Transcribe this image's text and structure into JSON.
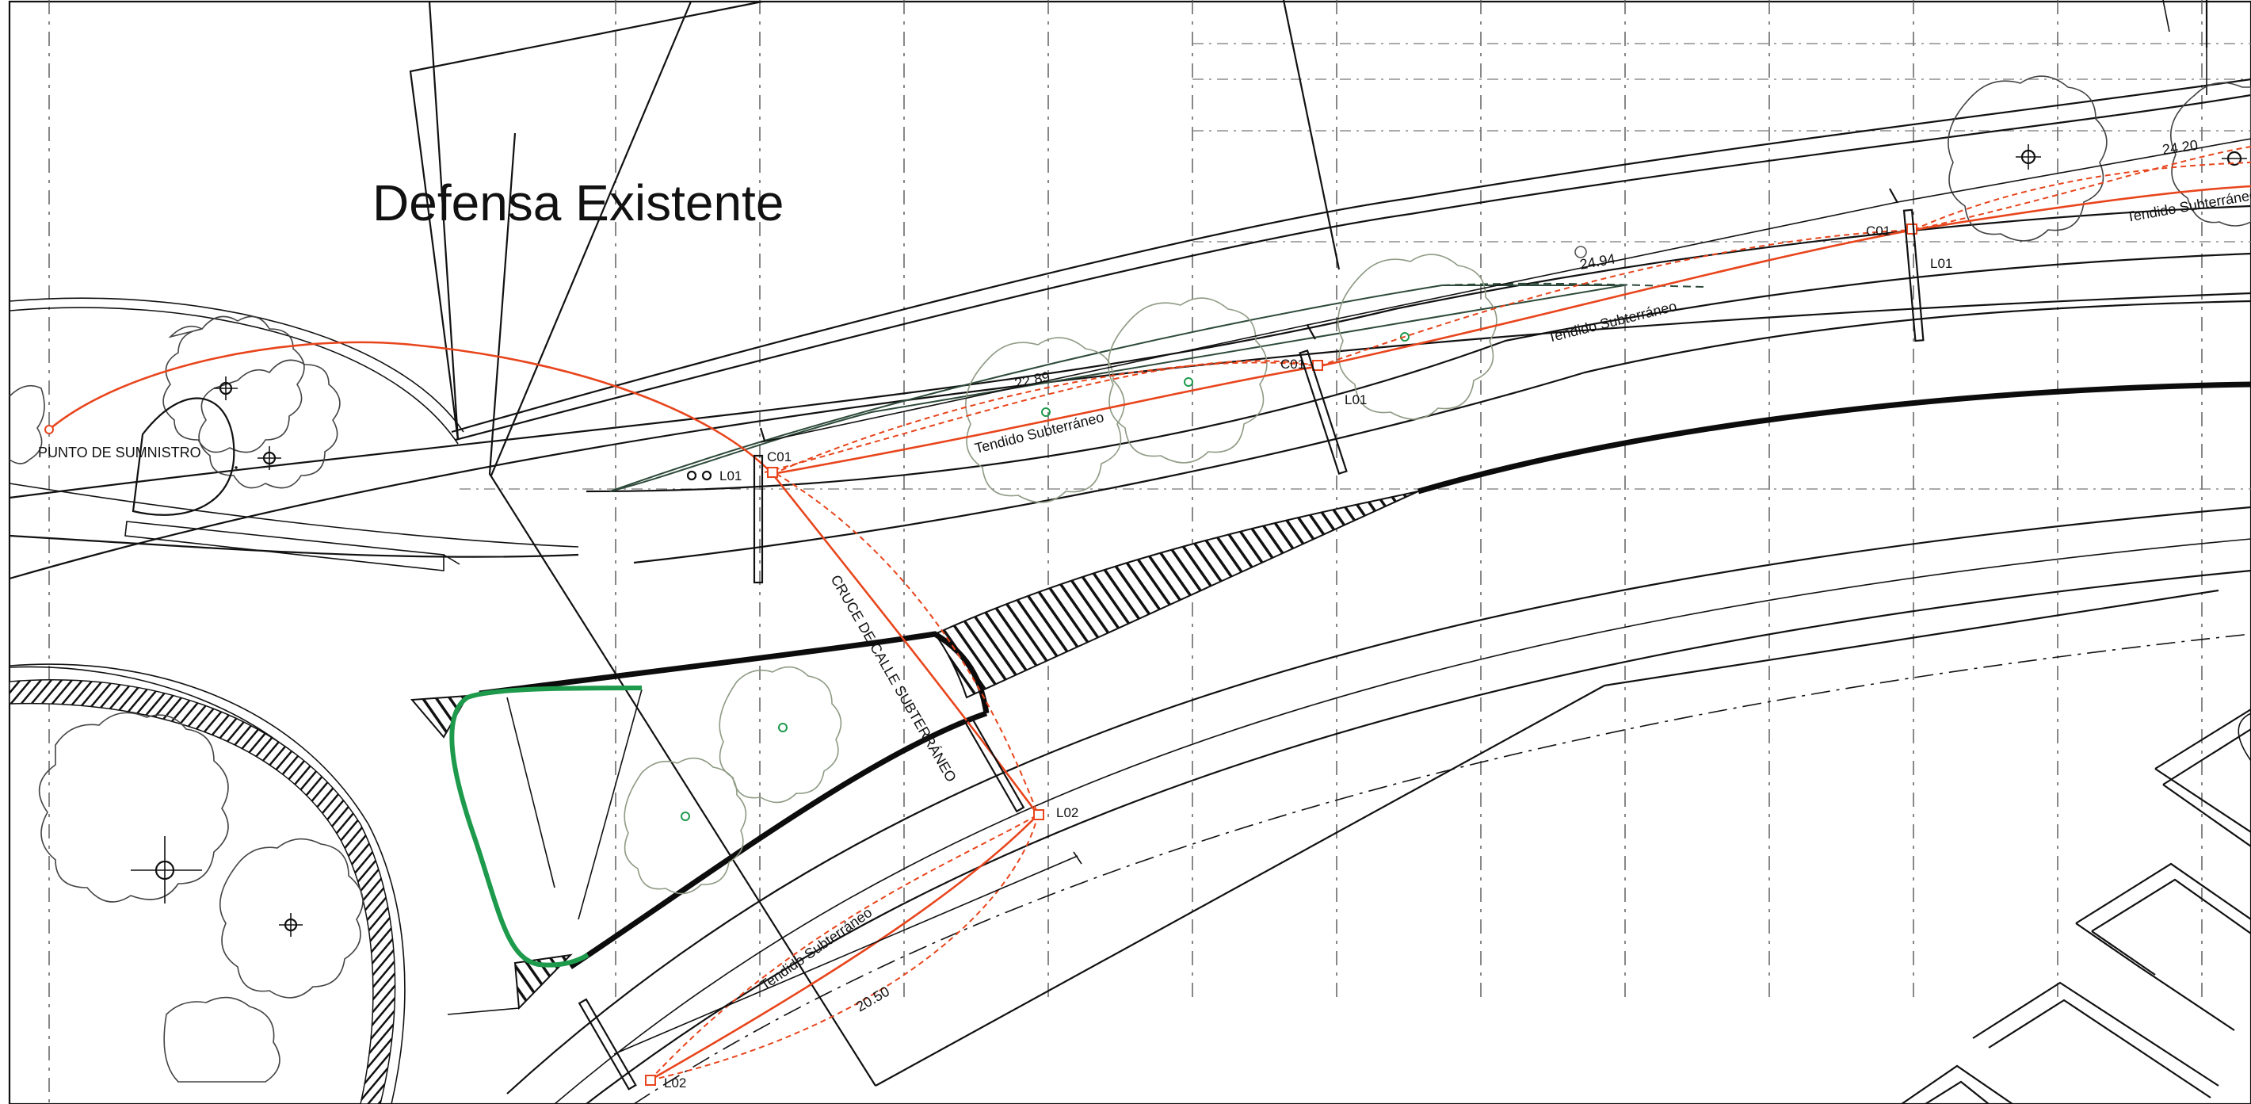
{
  "title": "Defensa Existente",
  "labels": {
    "supply_point": "PUNTO DE SUMNISTRO",
    "street_crossing": "CRUCE DE CALLE SUBTERRÁNEO",
    "underground_1": "Tendido Subterráneo",
    "underground_2": "Tendido Subterráneo",
    "underground_3": "Tendido Subterráneo",
    "underground_4": "Tendido Subterráneo",
    "c01_a": "C01",
    "l01_a": "L01",
    "c01_b": "C01",
    "l01_b": "L01",
    "c01_c": "C01",
    "l01_c": "L01",
    "l02_a": "L02",
    "l02_b": "L02"
  },
  "dimensions": {
    "d1": "22.89",
    "d2": "24.94",
    "d3": "24.20",
    "d4": "20.50"
  },
  "colors": {
    "cable": "#e8451c",
    "edge_green": "#1e9a4c",
    "line": "#111111",
    "vegetation": "#8f9b84"
  }
}
